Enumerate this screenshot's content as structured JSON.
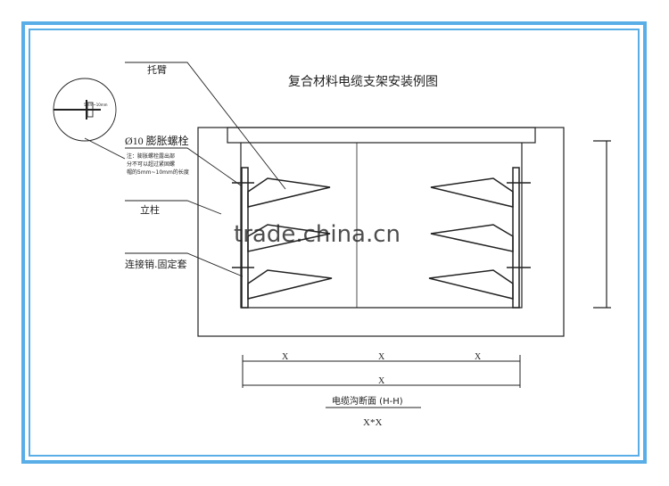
{
  "title": "复合材料电缆支架安装例图",
  "labels": {
    "arm": "托臂",
    "bolt": "Ø10 膨胀螺栓",
    "note_line1": "注：膨胀螺栓露出部",
    "note_line2": "分不可以超过紧固螺",
    "note_line3": "帽的5mm~10mm的长度",
    "detail_dim": "5mm~10mm",
    "post": "立柱",
    "pin": "连接销.固定套"
  },
  "dimensions": {
    "seg1": "X",
    "seg2": "X",
    "seg3": "X",
    "total": "X"
  },
  "section": {
    "name": "电缆沟断面 (H-H)",
    "scale": "X*X"
  },
  "watermark": "trade.china.cn",
  "colors": {
    "frame": "#5aaee8",
    "line": "#222222"
  }
}
